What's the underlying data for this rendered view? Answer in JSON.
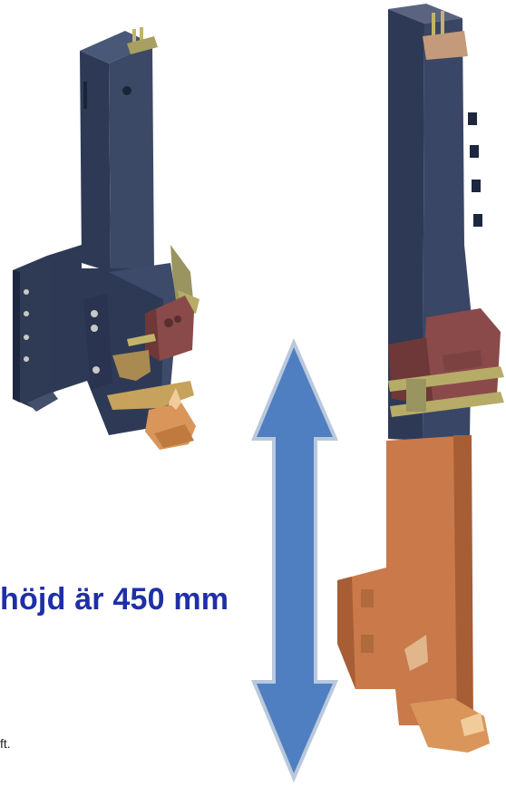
{
  "caption": {
    "text": "höjd är 450 mm",
    "color": "#1f2fa8"
  },
  "footnote": {
    "text": "ft."
  },
  "colors": {
    "frame_dark": "#2e3a55",
    "frame_mid": "#3c4966",
    "bracket_brown": "#8a4a4a",
    "hook_orange": "#d9955a",
    "extension_orange": "#c9794a",
    "arrow_blue": "#4f7fc0",
    "arrow_outline": "#b9c8dc"
  },
  "icons": {
    "left_model": "tow-hitch-assembly-render",
    "right_model": "tow-hitch-extended-render",
    "arrow": "double-headed-vertical-arrow"
  }
}
